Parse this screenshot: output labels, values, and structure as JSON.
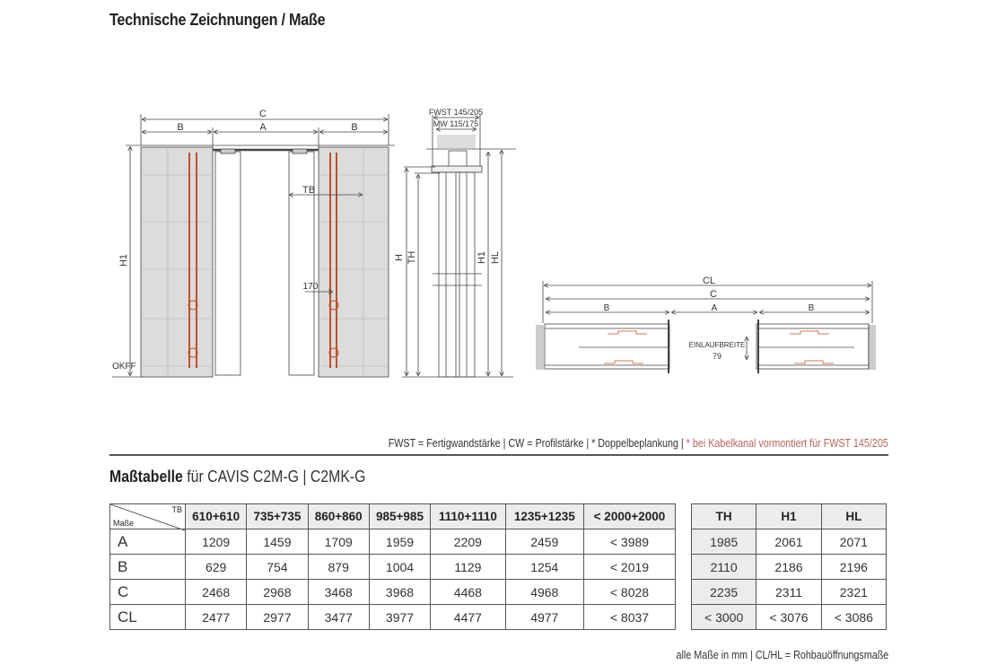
{
  "title": "Technische Zeichnungen / Maße",
  "drawing": {
    "front_labels": {
      "c": "C",
      "b_left": "B",
      "a": "A",
      "b_right": "B",
      "h1": "H1",
      "okff": "OKFF",
      "tb": "TB",
      "dim_170": "170"
    },
    "side_labels": {
      "fwst": "FWST 145/205",
      "mw": "MW 115/175",
      "h": "H",
      "th": "TH",
      "h1": "H1",
      "hl": "HL"
    },
    "plan_labels": {
      "cl": "CL",
      "c": "C",
      "b_left": "B",
      "a": "A",
      "b_right": "B",
      "einlaufbreite": "EINLAUFBREITE",
      "einlauf_value": "79"
    },
    "accent_color": "#c0502a"
  },
  "legend": {
    "text": "FWST = Fertigwandstärke | CW = Profilstärke | * Doppelbeplankung | ",
    "red_text": "* bei Kabelkanal vormontiert für FWST 145/205"
  },
  "table_heading": {
    "bold": "Maßtabelle",
    "rest": " für CAVIS C2M-G | C2MK-G"
  },
  "main_table": {
    "corner_top": "TB",
    "corner_bottom": "Maße",
    "columns": [
      "610+610",
      "735+735",
      "860+860",
      "985+985",
      "1110+1110",
      "1235+1235",
      "< 2000+2000"
    ],
    "rows": [
      {
        "label": "A",
        "values": [
          "1209",
          "1459",
          "1709",
          "1959",
          "2209",
          "2459",
          "< 3989"
        ]
      },
      {
        "label": "B",
        "values": [
          "629",
          "754",
          "879",
          "1004",
          "1129",
          "1254",
          "< 2019"
        ]
      },
      {
        "label": "C",
        "values": [
          "2468",
          "2968",
          "3468",
          "3968",
          "4468",
          "4968",
          "< 8028"
        ]
      },
      {
        "label": "CL",
        "values": [
          "2477",
          "2977",
          "3477",
          "3977",
          "4477",
          "4977",
          "< 8037"
        ]
      }
    ]
  },
  "height_table": {
    "columns": [
      "TH",
      "H1",
      "HL"
    ],
    "rows": [
      [
        "1985",
        "2061",
        "2071"
      ],
      [
        "2110",
        "2186",
        "2196"
      ],
      [
        "2235",
        "2311",
        "2321"
      ],
      [
        "< 3000",
        "< 3076",
        "< 3086"
      ]
    ]
  },
  "footnote": "alle Maße in mm | CL/HL = Rohbauöffnungsmaße"
}
